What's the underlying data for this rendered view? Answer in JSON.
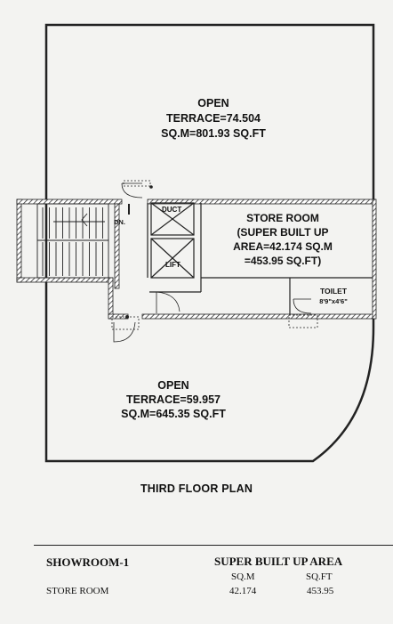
{
  "plan": {
    "open_terrace_top": [
      "OPEN",
      "TERRACE=74.504",
      "SQ.M=801.93 SQ.FT"
    ],
    "store_room": [
      "STORE ROOM",
      "(SUPER BUILT UP",
      "AREA=42.174 SQ.M",
      "=453.95 SQ.FT)"
    ],
    "toilet": [
      "TOILET",
      "8'9\"x4'6\""
    ],
    "duct": "DUCT",
    "lift": "LIFT",
    "stair_dn": "DN.",
    "open_terrace_bottom": [
      "OPEN",
      "TERRACE=59.957",
      "SQ.M=645.35 SQ.FT"
    ]
  },
  "title": "THIRD FLOOR PLAN",
  "table": {
    "section": "SHOWROOM-1",
    "area_header": "SUPER BUILT UP AREA",
    "col_sqm": "SQ.M",
    "col_sqft": "SQ.FT",
    "rows": [
      {
        "name": "STORE ROOM",
        "sqm": "42.174",
        "sqft": "453.95"
      }
    ]
  }
}
